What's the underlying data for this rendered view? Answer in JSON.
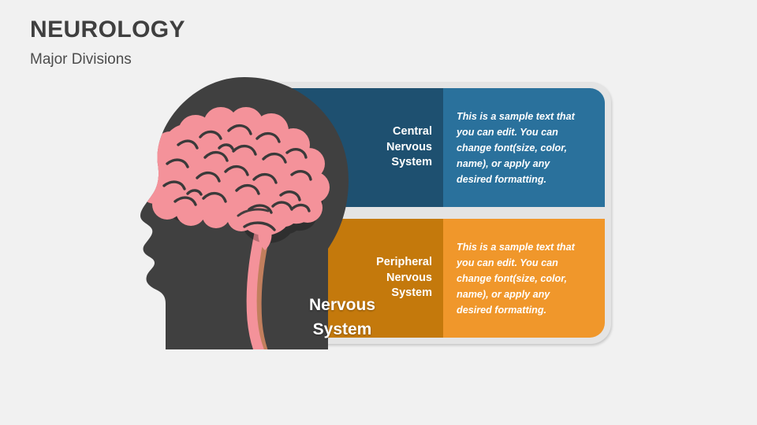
{
  "heading": {
    "title": "NEUROLOGY",
    "subtitle": "Major Divisions"
  },
  "diagram": {
    "center_label": "Nervous\nSystem",
    "center_label_line1": "Nervous",
    "center_label_line2": "System",
    "head_icon": "head-brain-icon",
    "brain_icon": "brain-icon",
    "spinal_cord_icon": "spinal-cord-icon"
  },
  "panels": [
    {
      "id": "cns",
      "title": "Central\nNervous\nSystem",
      "title_line1": "Central",
      "title_line2": "Nervous",
      "title_line3": "System",
      "body": "This is a sample text that you can edit. You can change font(size, color, name), or apply any desired formatting.",
      "label_color": "#1e5070",
      "text_color": "#2a719c"
    },
    {
      "id": "pns",
      "title": "Peripheral\nNervous\nSystem",
      "title_line1": "Peripheral",
      "title_line2": "Nervous",
      "title_line3": "System",
      "body": "This is a sample text that you can edit. You can change font(size, color, name), or apply any desired formatting.",
      "label_color": "#c4790c",
      "text_color": "#f0972b"
    }
  ],
  "colors": {
    "background": "#f1f1f1",
    "frame": "#e4e4e4",
    "head": "#404040",
    "brain": "#f4929a",
    "brain_line": "#3a3a3a",
    "title_text": "#3f3f3f"
  }
}
